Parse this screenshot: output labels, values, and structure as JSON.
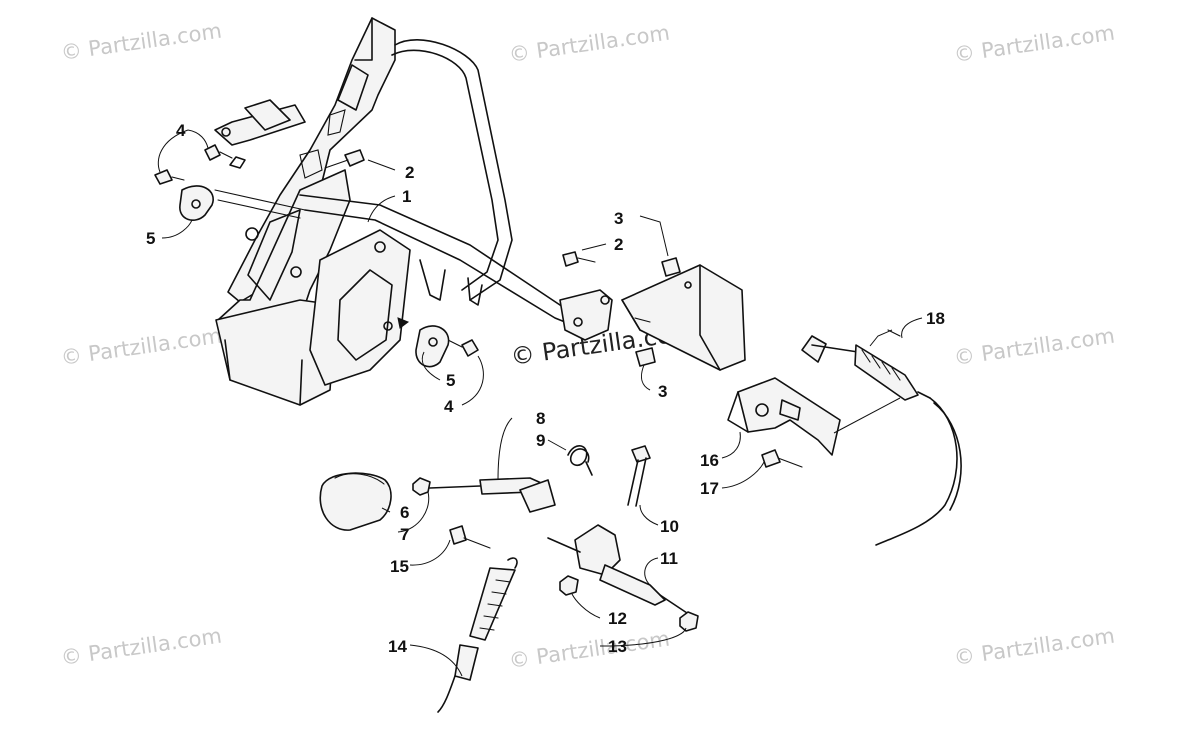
{
  "watermark": {
    "text": "© Partzilla.com",
    "center_text": "© Partzilla.com"
  },
  "callouts": {
    "c1": "1",
    "c2a": "2",
    "c2b": "2",
    "c3a": "3",
    "c3b": "3",
    "c4a": "4",
    "c4b": "4",
    "c5a": "5",
    "c5b": "5",
    "c6": "6",
    "c7": "7",
    "c8": "8",
    "c9": "9",
    "c10": "10",
    "c11": "11",
    "c12": "12",
    "c13": "13",
    "c14": "14",
    "c15": "15",
    "c16": "16",
    "c17": "17",
    "c18": "18"
  }
}
